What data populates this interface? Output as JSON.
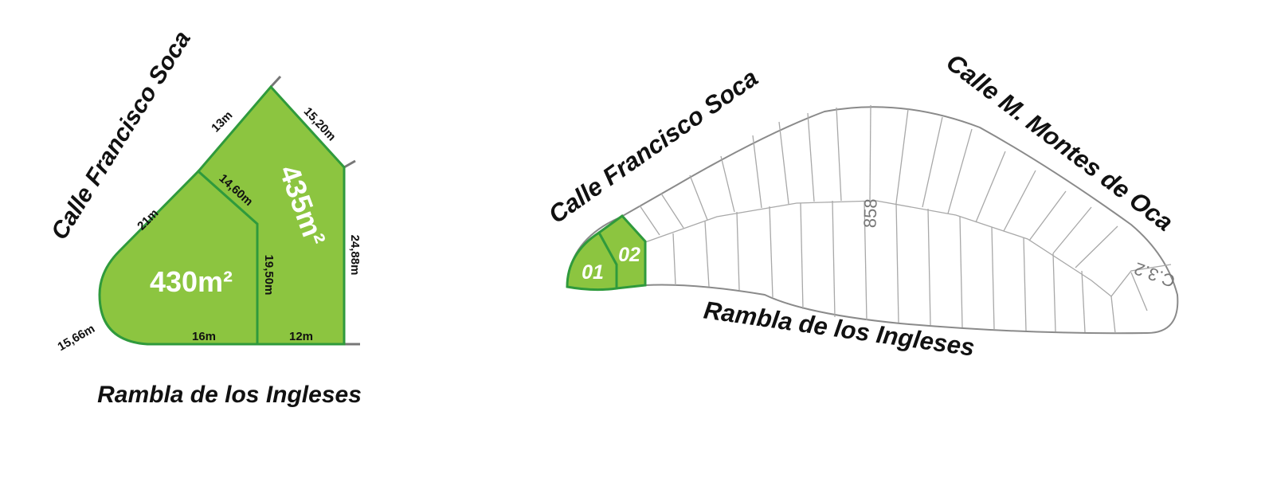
{
  "left_plan": {
    "street_top": "Calle Francisco Soca",
    "street_bottom": "Rambla de los Ingleses",
    "lots": [
      {
        "area": "430m²"
      },
      {
        "area": "435m²"
      }
    ],
    "dimensions": {
      "top_edge": "13m",
      "upper_right_edge": "15,20m",
      "inner_diagonal": "14,60m",
      "left_edge": "21m",
      "right_edge": "24,88m",
      "middle_divider": "19,50m",
      "corner_curve": "15,66m",
      "bottom_left": "16m",
      "bottom_right": "12m"
    },
    "colors": {
      "lot_fill": "#8cc540",
      "lot_border": "#2f9a3c"
    }
  },
  "right_plan": {
    "street_top_left": "Calle Francisco Soca",
    "street_top_right": "Calle M. Montes de Oca",
    "street_bottom": "Rambla de los Ingleses",
    "block_number": "858",
    "corner_mark": "C.3.2",
    "lots": [
      {
        "label": "01"
      },
      {
        "label": "02"
      }
    ]
  }
}
